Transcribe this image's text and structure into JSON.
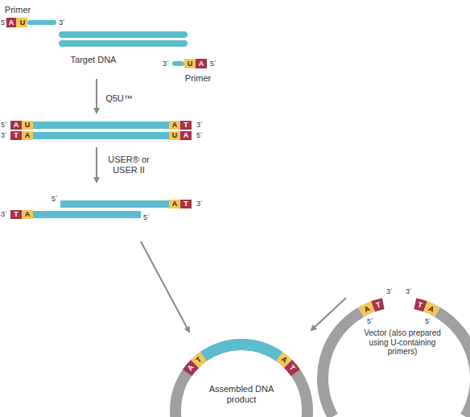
{
  "diagram": {
    "nodes": [
      {
        "text": [
          "Assembled DNA product"
        ]
      }
    ],
    "labels": [
      "Primer",
      "5´",
      "A",
      "U",
      "3´",
      "Target DNA",
      "3´",
      "U",
      "A",
      "5´",
      "Primer",
      "Q5U™",
      "5´",
      "A",
      "U",
      "A",
      "T",
      "3´",
      "3´",
      "T",
      "A",
      "U",
      "A",
      "5´",
      "USER® or USER II",
      "5´",
      "A",
      "T",
      "3´",
      "3´",
      "T",
      "A",
      "5´",
      "A",
      "T",
      "3´",
      "5´",
      "3´",
      "T",
      "A",
      "5´",
      "Vector (also prepared using U-containing primers)",
      "A",
      "T",
      "A",
      "T"
    ]
  }
}
